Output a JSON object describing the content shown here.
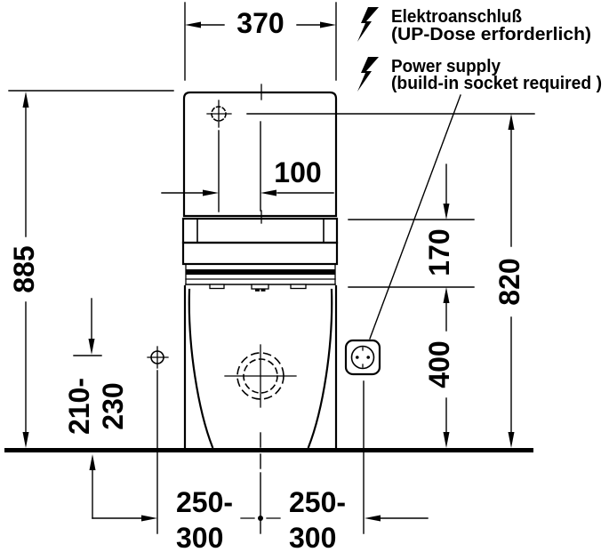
{
  "diagram": {
    "type": "technical-installation-drawing",
    "background_color": "#ffffff",
    "line_color": "#000000",
    "dimensions": {
      "tank_width": "370",
      "connection_offset": "100",
      "total_height": "885",
      "tank_section_height": "170",
      "connection_height": "820",
      "socket_height": "400",
      "inlet_height_line1": "210-",
      "inlet_height_line2": "230",
      "left_offset_line1": "250-",
      "left_offset_line2": "300",
      "right_offset_line1": "250-",
      "right_offset_line2": "300"
    },
    "annotations": {
      "electric_de_line1": "Elektroanschluß",
      "electric_de_line2": "(UP-Dose erforderlich)",
      "electric_en_line1": "Power supply",
      "electric_en_line2": "(build-in socket required )"
    },
    "icons": {
      "electric": "lightning-bolt-icon",
      "socket": "power-socket-icon",
      "electrical_connection": "dashed-crosshair-marker",
      "water_inlet": "crosshair-marker",
      "drain": "dashed-circle-marker"
    }
  }
}
